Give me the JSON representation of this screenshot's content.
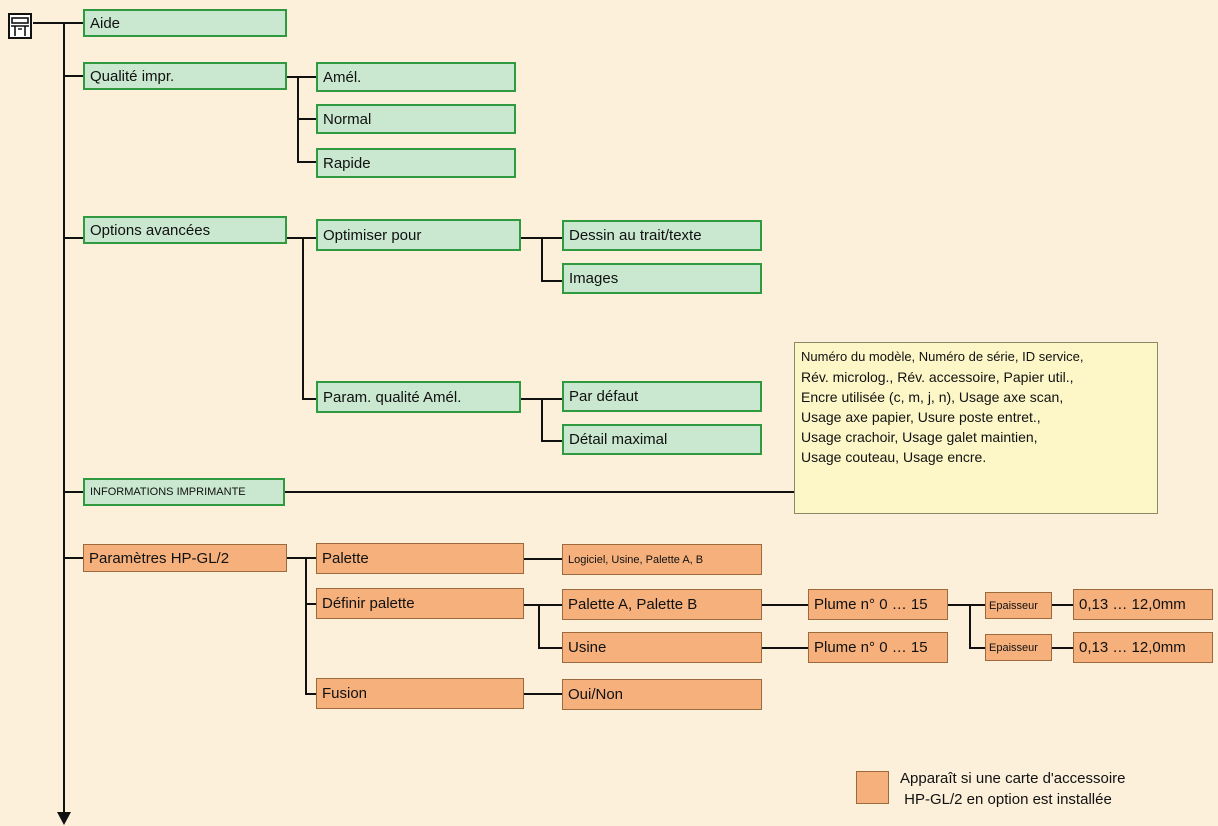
{
  "colors": {
    "background": "#fcf0da",
    "standard_fill": "#c9e8cf",
    "standard_border": "#2f9a3f",
    "optional_fill": "#f5b07c",
    "optional_border": "#9c6a3c",
    "info_fill": "#fdf7c8"
  },
  "root_icon": "printer-icon",
  "menu": {
    "aide": "Aide",
    "qualite": {
      "label": "Qualité impr.",
      "options": [
        "Amél.",
        "Normal",
        "Rapide"
      ]
    },
    "options_avancees": {
      "label": "Options avancées",
      "optimiser": {
        "label": "Optimiser pour",
        "options": [
          "Dessin au trait/texte",
          "Images"
        ]
      },
      "param_qualite": {
        "label": "Param. qualité Amél.",
        "options": [
          "Par défaut",
          "Détail maximal"
        ]
      }
    },
    "informations": {
      "label": "INFORMATIONS IMPRIMANTE",
      "details": [
        "Numéro du modèle, Numéro de série,  ID service,",
        "Rév. microlog., Rév. accessoire, Papier util.,",
        "Encre utilisée (c, m, j, n), Usage axe scan,",
        "Usage axe papier, Usure poste entret.,",
        "Usage crachoir, Usage galet maintien,",
        "Usage couteau, Usage encre."
      ]
    },
    "hpgl": {
      "label": "Paramètres HP-GL/2",
      "palette": {
        "label": "Palette",
        "values": "Logiciel, Usine, Palette A, B"
      },
      "definir": {
        "label": "Définir palette",
        "rows": [
          {
            "label": "Palette A, Palette B",
            "plume": "Plume n° 0 … 15",
            "epaisseur": "Epaisseur",
            "range": "0,13 … 12,0mm"
          },
          {
            "label": "Usine",
            "plume": "Plume n° 0 … 15",
            "epaisseur": "Epaisseur",
            "range": "0,13 … 12,0mm"
          }
        ]
      },
      "fusion": {
        "label": "Fusion",
        "value": "Oui/Non"
      }
    }
  },
  "legend": {
    "lines": [
      "Apparaît si une carte d'accessoire",
      " HP-GL/2 en option est installée"
    ]
  }
}
